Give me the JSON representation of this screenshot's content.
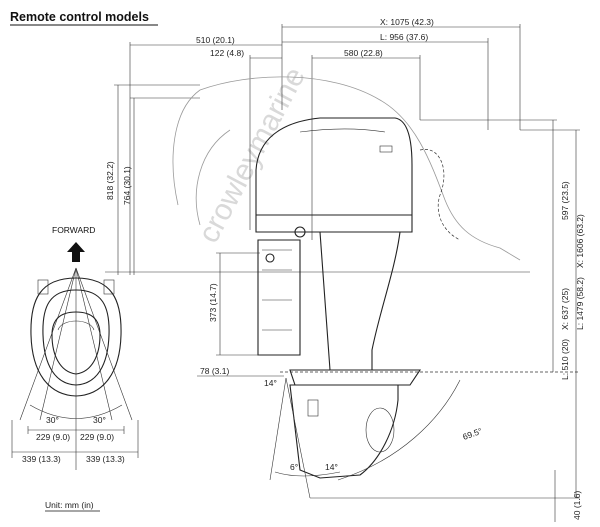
{
  "title": "Remote control models",
  "watermark": "crowleymarine",
  "forward_label": "FORWARD",
  "units_label": "Unit: mm (in)",
  "dimensions": {
    "overall_length": "X: 1075 (42.3)",
    "length_l": "L: 956 (37.6)",
    "front_offset": "510 (20.1)",
    "pivot_offset": "122 (4.8)",
    "mount_to_rear": "580 (22.8)",
    "height_818": "818 (32.2)",
    "height_764": "764 (30.1)",
    "bracket_height": "373 (14.7)",
    "bracket_depth": "78 (3.1)",
    "cowl_height": "597 (23.5)",
    "height_x": "X: 1606 (63.2)",
    "height_l": "L: 1479 (58.2)",
    "shaft_x": "X: 637 (25)",
    "shaft_l": "L: 510 (20)",
    "skeg_clearance": "40 (1.6)",
    "tilt_angle_1": "14°",
    "trim_angle_1": "6°",
    "trim_angle_2": "14°",
    "tilt_up_angle": "69.5°",
    "steer_left_angle": "30°",
    "steer_right_angle": "30°",
    "steer_left_offset": "229 (9.0)",
    "steer_right_offset": "229 (9.0)",
    "total_left": "339 (13.3)",
    "total_right": "339 (13.3)"
  }
}
